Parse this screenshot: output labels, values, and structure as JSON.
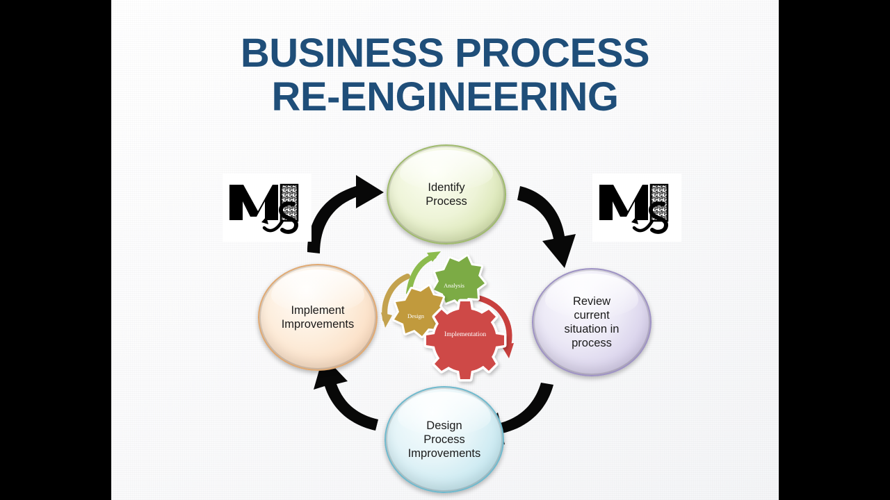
{
  "slide": {
    "title_line1": "BUSINESS PROCESS",
    "title_line2": "RE-ENGINEERING",
    "title_color": "#1F4E79",
    "background_color": "#FAFAFB",
    "letterbox_color": "#000000"
  },
  "cycle": {
    "type": "cyclic-process-diagram",
    "direction": "clockwise",
    "steps": [
      {
        "id": "identify",
        "label": "Identify\nProcess",
        "label_line1": "Identify",
        "label_line2": "Process",
        "label_line3": "",
        "position": "top",
        "fill": "#d9e6b3",
        "border": "#9fba6d"
      },
      {
        "id": "review",
        "label": "Review current situation in process",
        "label_line1": "Review",
        "label_line2": "current",
        "label_line3": "situation in",
        "label_line4": "process",
        "position": "right",
        "fill": "#d6cdea",
        "border": "#9e92c4"
      },
      {
        "id": "design",
        "label": "Design Process Improvements",
        "label_line1": "Design",
        "label_line2": "Process",
        "label_line3": "Improvements",
        "position": "bottom",
        "fill": "#c8e8f1",
        "border": "#6fb9cd"
      },
      {
        "id": "implement",
        "label": "Implement Improvements",
        "label_line1": "Implement",
        "label_line2": "Improvements",
        "label_line3": "",
        "position": "left",
        "fill": "#fbdcc0",
        "border": "#e0a972"
      }
    ],
    "connectors": [
      {
        "id": "implement-to-identify",
        "from": "implement",
        "to": "identify",
        "icon": "curved-arrow-up-right"
      },
      {
        "id": "identify-to-review",
        "from": "identify",
        "to": "review",
        "icon": "curved-arrow-down-right"
      },
      {
        "id": "review-to-design",
        "from": "review",
        "to": "design",
        "icon": "curved-arrow-down-left"
      },
      {
        "id": "design-to-implement",
        "from": "design",
        "to": "implement",
        "icon": "curved-arrow-up-left"
      }
    ]
  },
  "gears": {
    "caption": "central gear cluster",
    "items": [
      {
        "id": "analysis",
        "label": "Analysis",
        "color": "#7cab45"
      },
      {
        "id": "design",
        "label": "Design",
        "color": "#c19a3e"
      },
      {
        "id": "implementation",
        "label": "Implementation",
        "color": "#ce4a46"
      }
    ],
    "arcs": [
      {
        "id": "green-arc",
        "color": "#8cbb4d"
      },
      {
        "id": "gold-arc",
        "color": "#c3a24e"
      },
      {
        "id": "red-arc",
        "color": "#c8403e"
      }
    ]
  },
  "logos": [
    {
      "id": "logo-left",
      "name": "MS logo",
      "letter": "M",
      "accent": "S",
      "color": "#000000"
    },
    {
      "id": "logo-right",
      "name": "MS logo",
      "letter": "M",
      "accent": "S",
      "color": "#000000"
    }
  ]
}
